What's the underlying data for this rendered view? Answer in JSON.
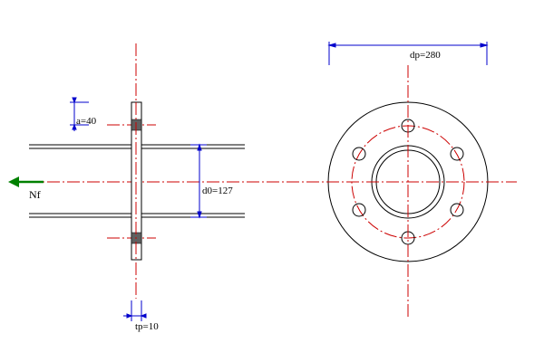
{
  "labels": {
    "a": "a=40",
    "d0": "d0=127",
    "tp": "tp=10",
    "dp": "dp=280",
    "nf": "Nf"
  },
  "colors": {
    "outline": "#000000",
    "dimension": "#0000cc",
    "centerline": "#cc0000",
    "force": "#008000",
    "bolt_fill": "#606060"
  }
}
